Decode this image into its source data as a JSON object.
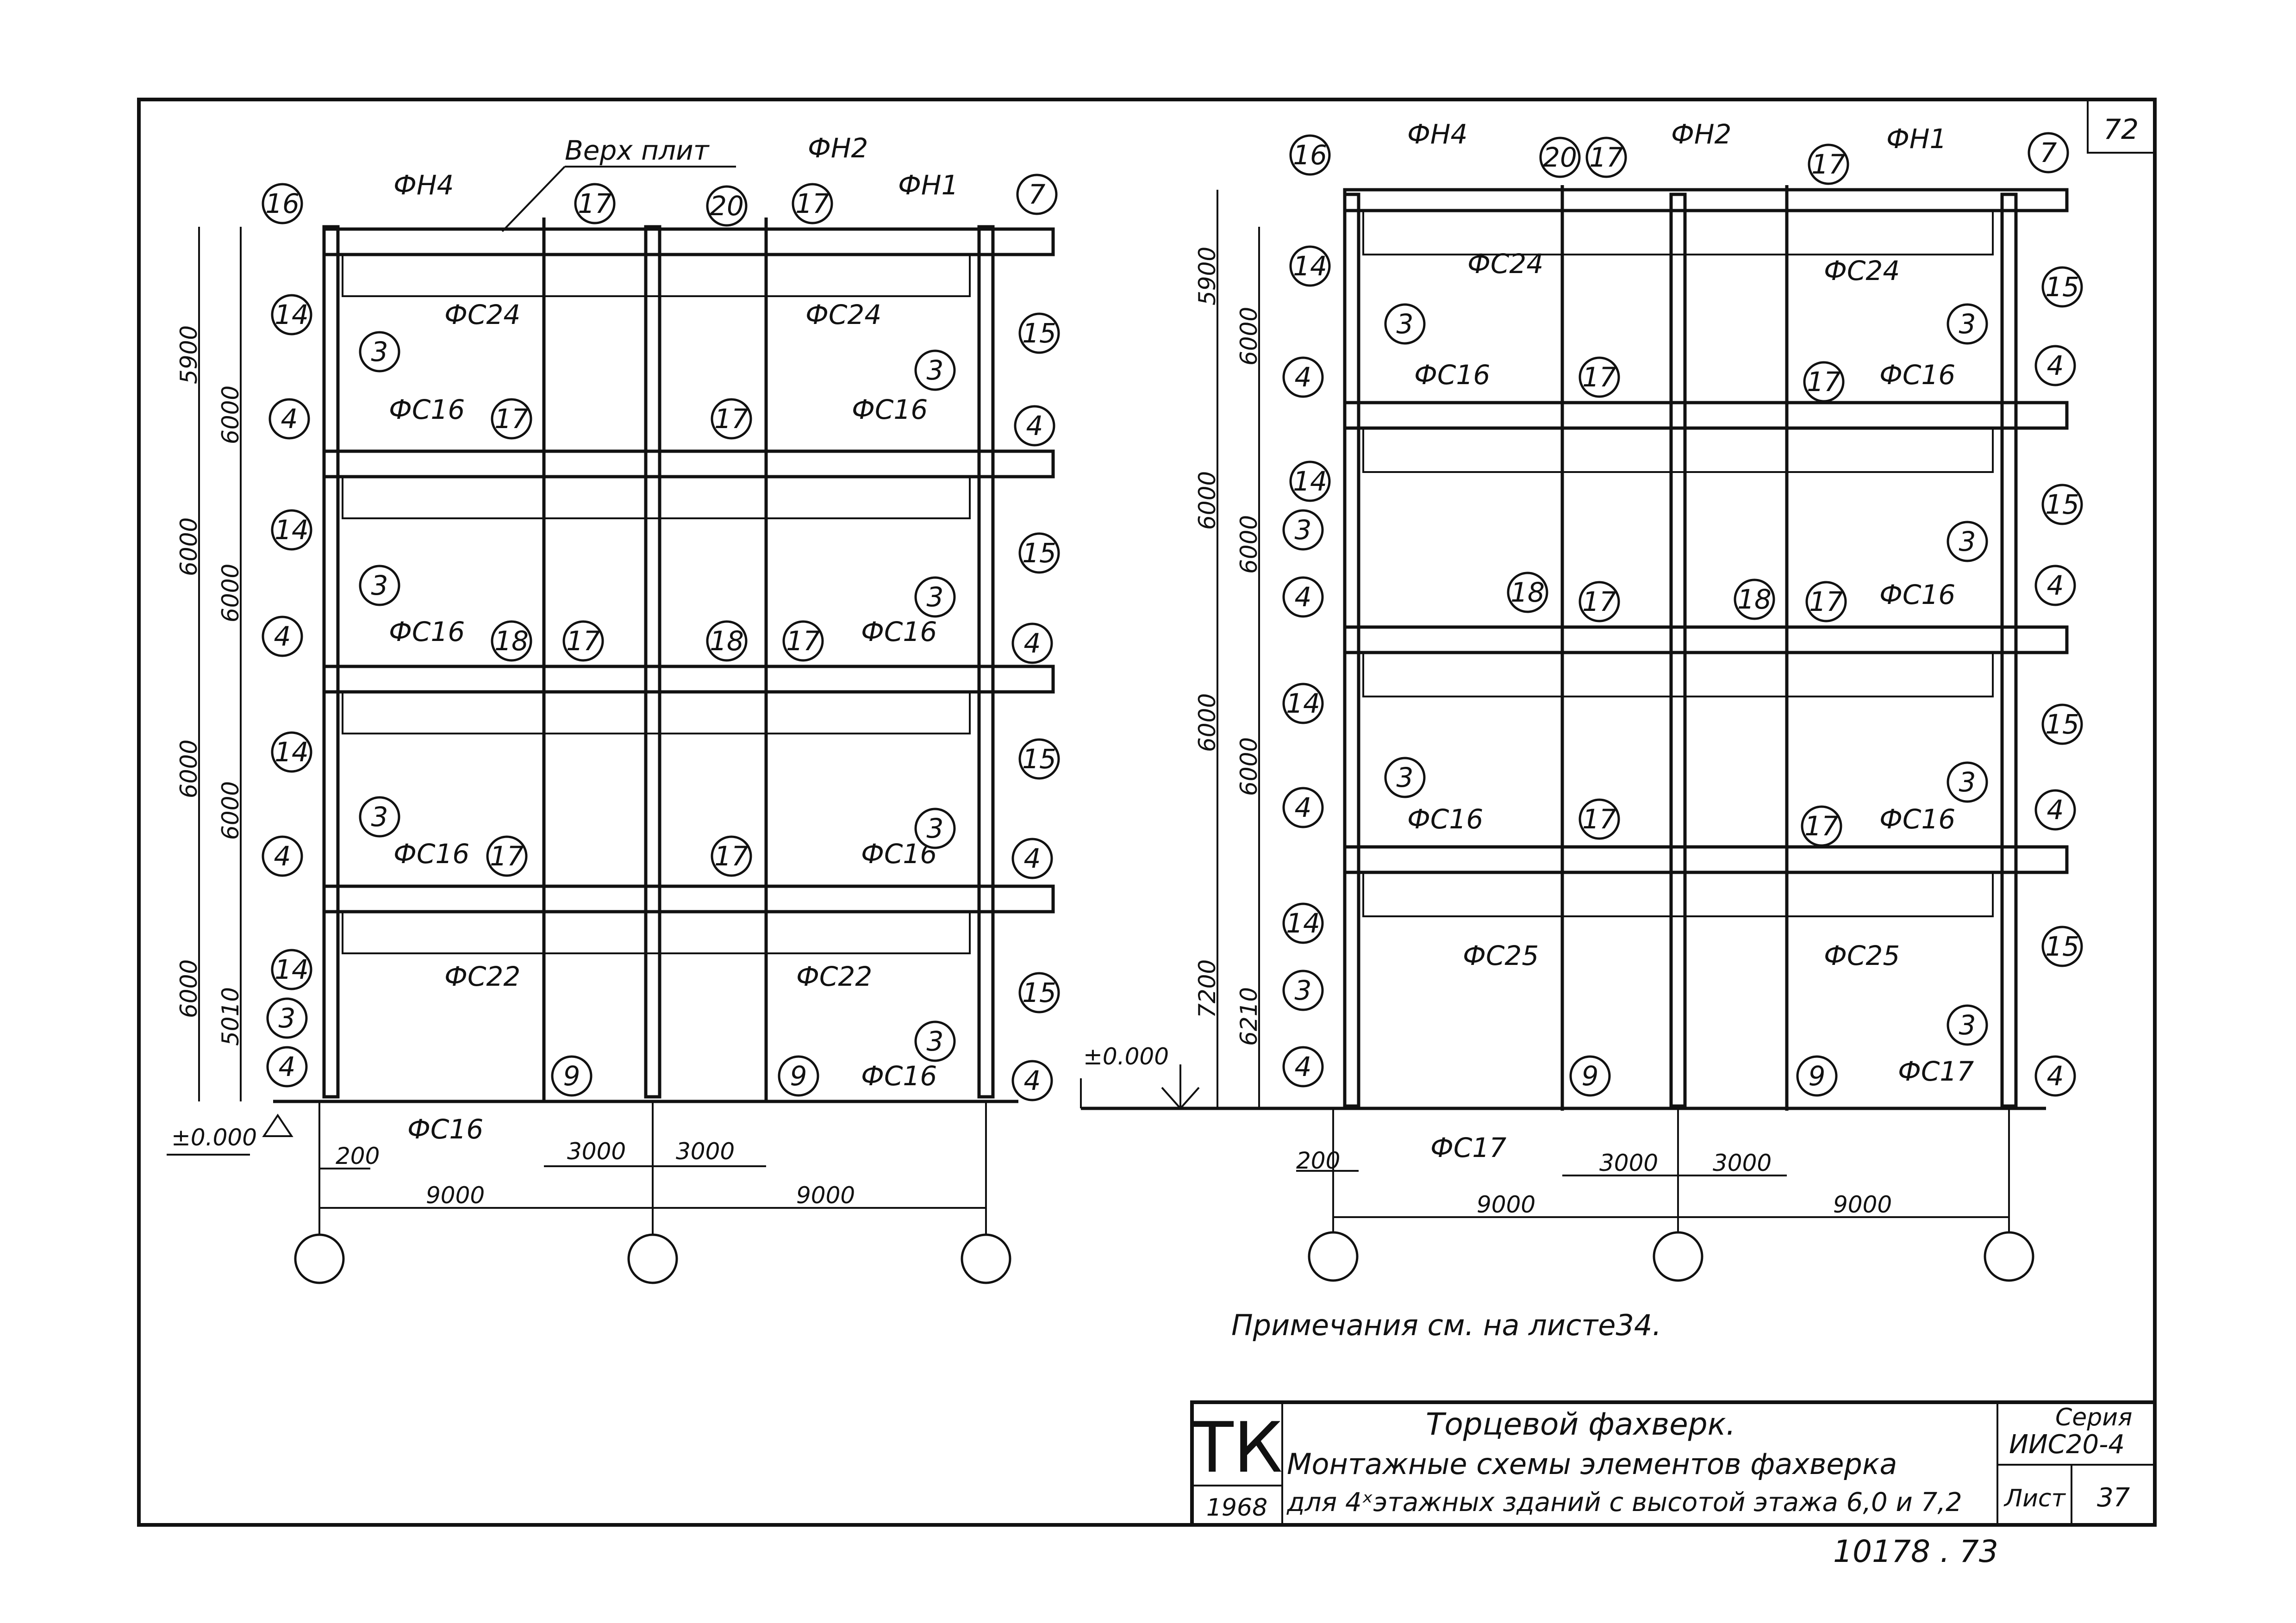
{
  "sheet_number": "72",
  "labels": {
    "verkh_plit": "Верх плит",
    "fn4": "ФН4",
    "fn2": "ФН2",
    "fn1": "ФН1",
    "fs24": "ФС24",
    "fs16": "ФС16",
    "fs22": "ФС22",
    "fs25": "ФС25",
    "fs17": "ФС17",
    "zero": "±0.000"
  },
  "dimensions": {
    "d5900": "5900",
    "d6000": "6000",
    "d5010": "5010",
    "d7200": "7200",
    "d6210": "6210",
    "d200": "200",
    "d3000": "3000",
    "d9000": "9000"
  },
  "note": "Примечания  см.  на  листе34.",
  "title_block": {
    "logo": "ТК",
    "year": "1968",
    "title": "Торцевой   фахверк.",
    "subtitle_line1": "Монтажные  схемы  элементов фахверка",
    "subtitle_line2": "для 4ˣэтажных зданий с высотой этажа 6,0 и 7,2",
    "series_label": "Серия",
    "series_value": "ИИС20-4",
    "sheet_label": "Лист",
    "sheet_value": "37"
  },
  "stamp": "10178 . 73",
  "colors": {
    "ink": "#111111",
    "paper": "#ffffff"
  }
}
